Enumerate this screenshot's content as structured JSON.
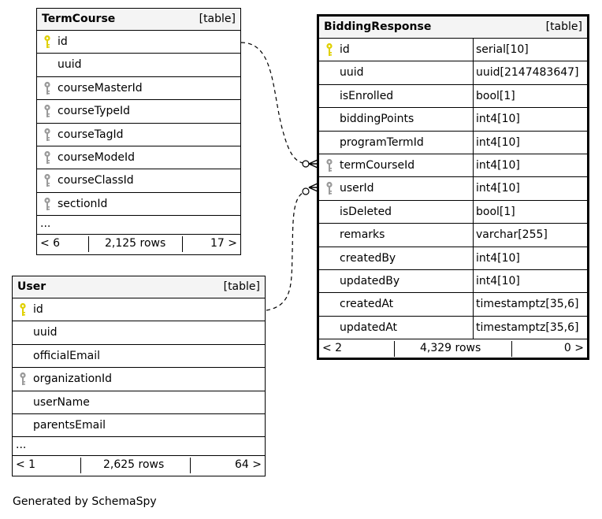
{
  "termcourse": {
    "name": "TermCourse",
    "kind": "[table]",
    "columns": [
      "id",
      "uuid",
      "courseMasterId",
      "courseTypeId",
      "courseTagId",
      "courseModeId",
      "courseClassId",
      "sectionId"
    ],
    "ellipsis": "...",
    "footer": {
      "left": "< 6",
      "middle": "2,125 rows",
      "right": "17 >"
    }
  },
  "user": {
    "name": "User",
    "kind": "[table]",
    "columns": [
      "id",
      "uuid",
      "officialEmail",
      "organizationId",
      "userName",
      "parentsEmail"
    ],
    "ellipsis": "...",
    "footer": {
      "left": "< 1",
      "middle": "2,625 rows",
      "right": "64 >"
    }
  },
  "bidding": {
    "name": "BiddingResponse",
    "kind": "[table]",
    "columns": [
      {
        "name": "id",
        "type": "serial[10]"
      },
      {
        "name": "uuid",
        "type": "uuid[2147483647]"
      },
      {
        "name": "isEnrolled",
        "type": "bool[1]"
      },
      {
        "name": "biddingPoints",
        "type": "int4[10]"
      },
      {
        "name": "programTermId",
        "type": "int4[10]"
      },
      {
        "name": "termCourseId",
        "type": "int4[10]"
      },
      {
        "name": "userId",
        "type": "int4[10]"
      },
      {
        "name": "isDeleted",
        "type": "bool[1]"
      },
      {
        "name": "remarks",
        "type": "varchar[255]"
      },
      {
        "name": "createdBy",
        "type": "int4[10]"
      },
      {
        "name": "updatedBy",
        "type": "int4[10]"
      },
      {
        "name": "createdAt",
        "type": "timestamptz[35,6]"
      },
      {
        "name": "updatedAt",
        "type": "timestamptz[35,6]"
      }
    ],
    "footer": {
      "left": "< 2",
      "middle": "4,329 rows",
      "right": "0 >"
    }
  },
  "generated_by": "Generated by SchemaSpy",
  "colors": {
    "primary_key": "#e0d000",
    "foreign_key": "#9a9a9a",
    "header_bg": "#f4f4f4"
  }
}
